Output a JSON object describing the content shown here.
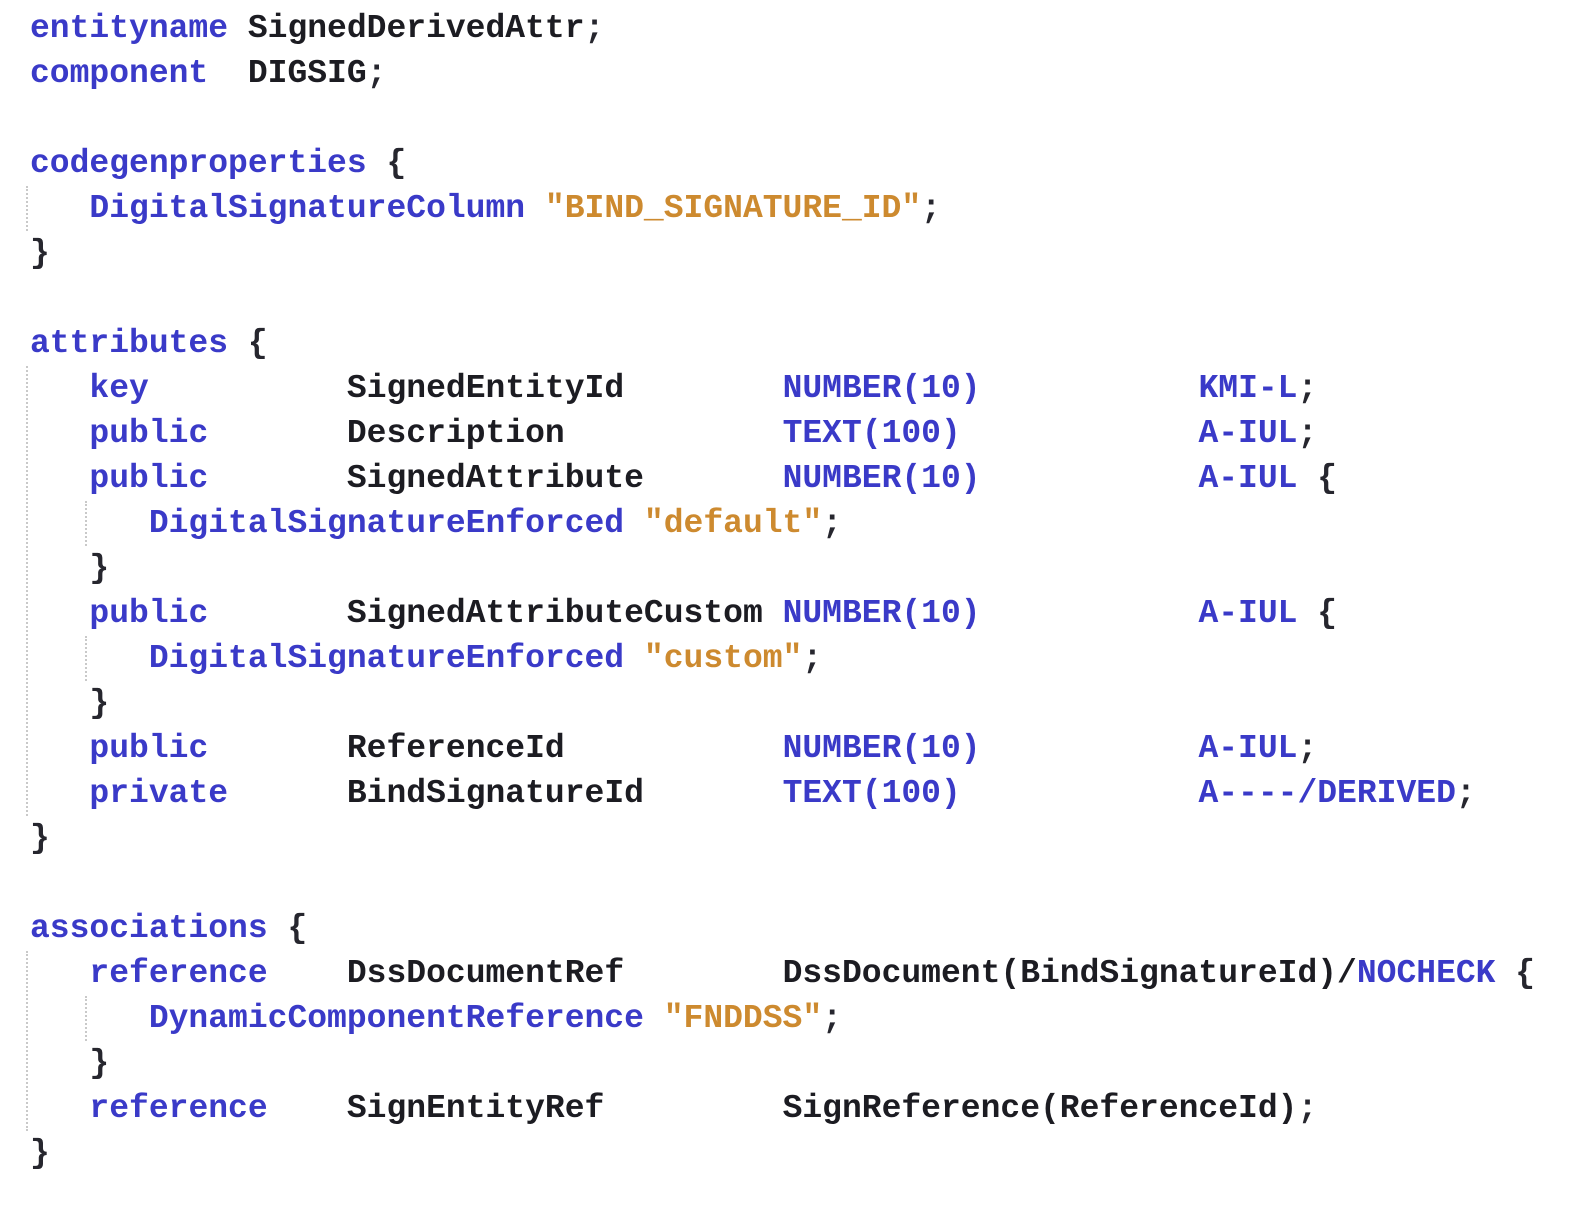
{
  "colors": {
    "background": "#ffffff",
    "keyword": "#3a3ac8",
    "datatype": "#3a3ac8",
    "identifier": "#1c1c22",
    "string": "#cd8a2f",
    "punct": "#26262e",
    "guide": "#c9c9c9"
  },
  "code": {
    "language": "entity-definition-dsl",
    "lines": [
      {
        "segments": [
          {
            "type": "keyword",
            "text": "entityname "
          },
          {
            "type": "identifier",
            "text": "SignedDerivedAttr"
          },
          {
            "type": "punct",
            "text": ";"
          }
        ]
      },
      {
        "segments": [
          {
            "type": "keyword",
            "text": "component  "
          },
          {
            "type": "identifier",
            "text": "DIGSIG"
          },
          {
            "type": "punct",
            "text": ";"
          }
        ]
      },
      {
        "segments": []
      },
      {
        "segments": [
          {
            "type": "keyword",
            "text": "codegenproperties "
          },
          {
            "type": "punct",
            "text": "{"
          }
        ]
      },
      {
        "segments": [
          {
            "type": "plain",
            "text": "   "
          },
          {
            "type": "keyword",
            "text": "DigitalSignatureColumn "
          },
          {
            "type": "string",
            "text": "\"BIND_SIGNATURE_ID\""
          },
          {
            "type": "punct",
            "text": ";"
          }
        ]
      },
      {
        "segments": [
          {
            "type": "punct",
            "text": "}"
          }
        ]
      },
      {
        "segments": []
      },
      {
        "segments": [
          {
            "type": "keyword",
            "text": "attributes "
          },
          {
            "type": "punct",
            "text": "{"
          }
        ]
      },
      {
        "segments": [
          {
            "type": "plain",
            "text": "   "
          },
          {
            "type": "keyword",
            "text": "key"
          },
          {
            "type": "plain",
            "text": "          "
          },
          {
            "type": "identifier",
            "text": "SignedEntityId"
          },
          {
            "type": "plain",
            "text": "        "
          },
          {
            "type": "type",
            "text": "NUMBER(10)"
          },
          {
            "type": "plain",
            "text": "           "
          },
          {
            "type": "type",
            "text": "KMI-L"
          },
          {
            "type": "punct",
            "text": ";"
          }
        ]
      },
      {
        "segments": [
          {
            "type": "plain",
            "text": "   "
          },
          {
            "type": "keyword",
            "text": "public"
          },
          {
            "type": "plain",
            "text": "       "
          },
          {
            "type": "identifier",
            "text": "Description"
          },
          {
            "type": "plain",
            "text": "           "
          },
          {
            "type": "type",
            "text": "TEXT(100)"
          },
          {
            "type": "plain",
            "text": "            "
          },
          {
            "type": "type",
            "text": "A-IUL"
          },
          {
            "type": "punct",
            "text": ";"
          }
        ]
      },
      {
        "segments": [
          {
            "type": "plain",
            "text": "   "
          },
          {
            "type": "keyword",
            "text": "public"
          },
          {
            "type": "plain",
            "text": "       "
          },
          {
            "type": "identifier",
            "text": "SignedAttribute"
          },
          {
            "type": "plain",
            "text": "       "
          },
          {
            "type": "type",
            "text": "NUMBER(10)"
          },
          {
            "type": "plain",
            "text": "           "
          },
          {
            "type": "type",
            "text": "A-IUL"
          },
          {
            "type": "plain",
            "text": " "
          },
          {
            "type": "punct",
            "text": "{"
          }
        ]
      },
      {
        "segments": [
          {
            "type": "plain",
            "text": "      "
          },
          {
            "type": "keyword",
            "text": "DigitalSignatureEnforced "
          },
          {
            "type": "string",
            "text": "\"default\""
          },
          {
            "type": "punct",
            "text": ";"
          }
        ]
      },
      {
        "segments": [
          {
            "type": "plain",
            "text": "   "
          },
          {
            "type": "punct",
            "text": "}"
          }
        ]
      },
      {
        "segments": [
          {
            "type": "plain",
            "text": "   "
          },
          {
            "type": "keyword",
            "text": "public"
          },
          {
            "type": "plain",
            "text": "       "
          },
          {
            "type": "identifier",
            "text": "SignedAttributeCustom"
          },
          {
            "type": "plain",
            "text": " "
          },
          {
            "type": "type",
            "text": "NUMBER(10)"
          },
          {
            "type": "plain",
            "text": "           "
          },
          {
            "type": "type",
            "text": "A-IUL"
          },
          {
            "type": "plain",
            "text": " "
          },
          {
            "type": "punct",
            "text": "{"
          }
        ]
      },
      {
        "segments": [
          {
            "type": "plain",
            "text": "      "
          },
          {
            "type": "keyword",
            "text": "DigitalSignatureEnforced "
          },
          {
            "type": "string",
            "text": "\"custom\""
          },
          {
            "type": "punct",
            "text": ";"
          }
        ]
      },
      {
        "segments": [
          {
            "type": "plain",
            "text": "   "
          },
          {
            "type": "punct",
            "text": "}"
          }
        ]
      },
      {
        "segments": [
          {
            "type": "plain",
            "text": "   "
          },
          {
            "type": "keyword",
            "text": "public"
          },
          {
            "type": "plain",
            "text": "       "
          },
          {
            "type": "identifier",
            "text": "ReferenceId"
          },
          {
            "type": "plain",
            "text": "           "
          },
          {
            "type": "type",
            "text": "NUMBER(10)"
          },
          {
            "type": "plain",
            "text": "           "
          },
          {
            "type": "type",
            "text": "A-IUL"
          },
          {
            "type": "punct",
            "text": ";"
          }
        ]
      },
      {
        "segments": [
          {
            "type": "plain",
            "text": "   "
          },
          {
            "type": "keyword",
            "text": "private"
          },
          {
            "type": "plain",
            "text": "      "
          },
          {
            "type": "identifier",
            "text": "BindSignatureId"
          },
          {
            "type": "plain",
            "text": "       "
          },
          {
            "type": "type",
            "text": "TEXT(100)"
          },
          {
            "type": "plain",
            "text": "            "
          },
          {
            "type": "type",
            "text": "A----/DERIVED"
          },
          {
            "type": "punct",
            "text": ";"
          }
        ]
      },
      {
        "segments": [
          {
            "type": "punct",
            "text": "}"
          }
        ]
      },
      {
        "segments": []
      },
      {
        "segments": [
          {
            "type": "keyword",
            "text": "associations "
          },
          {
            "type": "punct",
            "text": "{"
          }
        ]
      },
      {
        "segments": [
          {
            "type": "plain",
            "text": "   "
          },
          {
            "type": "keyword",
            "text": "reference"
          },
          {
            "type": "plain",
            "text": "    "
          },
          {
            "type": "identifier",
            "text": "DssDocumentRef"
          },
          {
            "type": "plain",
            "text": "        "
          },
          {
            "type": "identifier",
            "text": "DssDocument(BindSignatureId)/"
          },
          {
            "type": "type",
            "text": "NOCHECK"
          },
          {
            "type": "plain",
            "text": " "
          },
          {
            "type": "punct",
            "text": "{"
          }
        ]
      },
      {
        "segments": [
          {
            "type": "plain",
            "text": "      "
          },
          {
            "type": "keyword",
            "text": "DynamicComponentReference "
          },
          {
            "type": "string",
            "text": "\"FNDDSS\""
          },
          {
            "type": "punct",
            "text": ";"
          }
        ]
      },
      {
        "segments": [
          {
            "type": "plain",
            "text": "   "
          },
          {
            "type": "punct",
            "text": "}"
          }
        ]
      },
      {
        "segments": [
          {
            "type": "plain",
            "text": "   "
          },
          {
            "type": "keyword",
            "text": "reference"
          },
          {
            "type": "plain",
            "text": "    "
          },
          {
            "type": "identifier",
            "text": "SignEntityRef"
          },
          {
            "type": "plain",
            "text": "         "
          },
          {
            "type": "identifier",
            "text": "SignReference(ReferenceId)"
          },
          {
            "type": "punct",
            "text": ";"
          }
        ]
      },
      {
        "segments": [
          {
            "type": "punct",
            "text": "}"
          }
        ]
      }
    ]
  },
  "indent_guides": [
    {
      "col": 0,
      "from_line": 4,
      "to_line": 4
    },
    {
      "col": 0,
      "from_line": 8,
      "to_line": 17
    },
    {
      "col": 3,
      "from_line": 11,
      "to_line": 11
    },
    {
      "col": 3,
      "from_line": 14,
      "to_line": 14
    },
    {
      "col": 0,
      "from_line": 21,
      "to_line": 24
    },
    {
      "col": 3,
      "from_line": 22,
      "to_line": 22
    }
  ]
}
